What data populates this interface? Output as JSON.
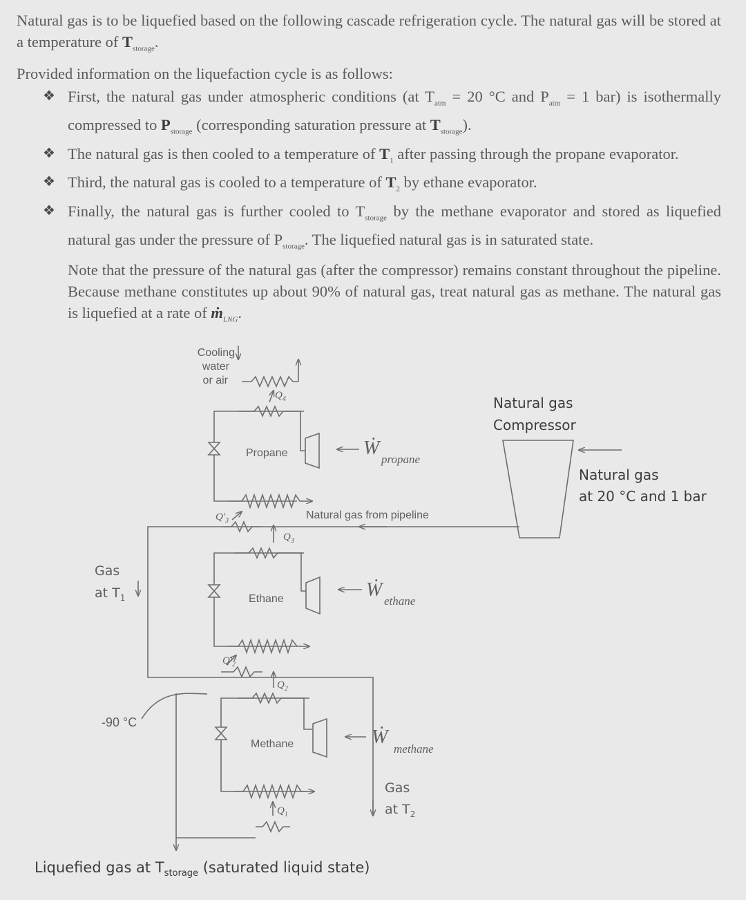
{
  "problem": {
    "intro_a": "Natural gas is to be liquefied based on the following cascade refrigeration cycle. The natural gas will be stored at a temperature of ",
    "intro_sym": "T",
    "intro_sub": "storage",
    "intro_b": ".",
    "provided": "Provided information on the liquefaction cycle is as follows:",
    "bullet_glyph": "❖",
    "b1_a": "First, the natural gas under atmospheric conditions (at T",
    "b1_sub1": "atm",
    "b1_b": " = 20 °C and P",
    "b1_sub2": "atm",
    "b1_c": " = 1 bar) is isothermally compressed to ",
    "b1_sym": "P",
    "b1_sub3": "storage",
    "b1_d": " (corresponding saturation pressure at ",
    "b1_sym2": "T",
    "b1_sub4": "storage",
    "b1_e": ").",
    "b2_a": "The natural gas is then cooled to a temperature of ",
    "b2_sym": "T",
    "b2_sub": "1",
    "b2_b": " after passing through the propane evaporator.",
    "b3_a": "Third, the natural gas is cooled to a temperature of ",
    "b3_sym": "T",
    "b3_sub": "2",
    "b3_b": " by ethane evaporator.",
    "b4_a": "Finally, the natural gas is further cooled to T",
    "b4_sub1": "storage",
    "b4_b": " by the methane evaporator and stored as liquefied natural gas under the pressure of P",
    "b4_sub2": "storage",
    "b4_c": ". The liquefied natural gas is in saturated state.",
    "note_a": "Note that the pressure of the natural gas (after the compressor) remains constant throughout the pipeline. Because methane constitutes up about 90% of natural gas, treat natural gas as methane. The natural gas is liquefied at a rate of ",
    "note_sym": "ṁ",
    "note_sub": "LNG",
    "note_b": "."
  },
  "diagram": {
    "cooling_1": "Cooling",
    "cooling_2": "water",
    "cooling_3": "or air",
    "q4": "Q",
    "q4_sub": "4",
    "q3": "Q",
    "q3_sub": "3",
    "q3p": "Q'",
    "q3p_sub": "3",
    "q2": "Q",
    "q2_sub": "2",
    "q2p": "Q'",
    "q2p_sub": "2",
    "q1": "Q",
    "q1_sub": "1",
    "propane": "Propane",
    "ethane": "Ethane",
    "methane": "Methane",
    "w": "Ẇ",
    "w_propane": "propane",
    "w_ethane": "ethane",
    "w_methane": "methane",
    "ng_compressor_1": "Natural gas",
    "ng_compressor_2": "Compressor",
    "ng_inlet_1": "Natural gas",
    "ng_inlet_2": "at 20 °C and 1 bar",
    "ng_pipeline": "Natural gas from pipeline",
    "gas_t1_1": "Gas",
    "gas_t1_2": "at T",
    "gas_t1_sub": "1",
    "gas_t2_1": "Gas",
    "gas_t2_2": "at T",
    "gas_t2_sub": "2",
    "minus90": "-90 °C",
    "liquefied_a": "Liquefied gas at T",
    "liquefied_sub": "storage",
    "liquefied_b": " (saturated liquid state)"
  }
}
